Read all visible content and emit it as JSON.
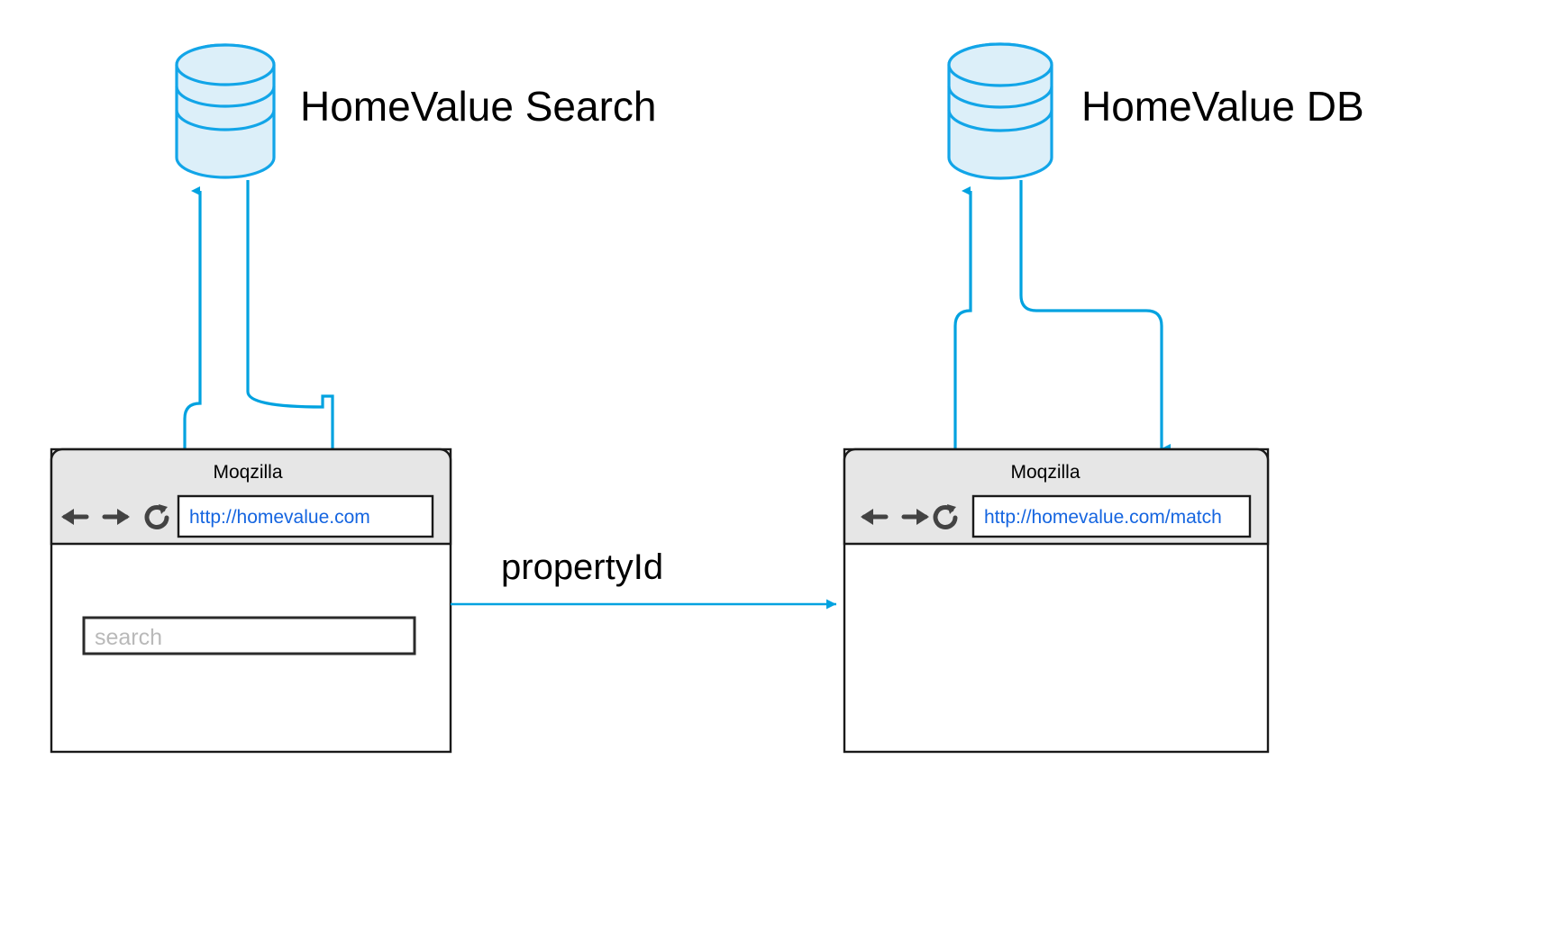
{
  "diagram": {
    "type": "architecture-flow",
    "background": "#ffffff",
    "accent_color": "#00A2E0",
    "cylinder_fill": "#DCEFF9",
    "cylinder_stroke": "#12A5E8",
    "chrome_color": "#E6E6E6",
    "url_color": "#1565E0",
    "placeholder_color": "#b9b9b9"
  },
  "datastores": [
    {
      "id": "homevalue-search",
      "label": "HomeValue Search",
      "icon": "database-cylinder-icon"
    },
    {
      "id": "homevalue-db",
      "label": "HomeValue DB",
      "icon": "database-cylinder-icon"
    }
  ],
  "browsers": [
    {
      "id": "browser-left",
      "title": "Moqzilla",
      "url": "http://homevalue.com",
      "nav": {
        "back": "back-arrow-icon",
        "forward": "forward-arrow-icon",
        "reload": "reload-icon"
      },
      "content": {
        "search_placeholder": "search"
      }
    },
    {
      "id": "browser-right",
      "title": "Moqzilla",
      "url": "http://homevalue.com/match",
      "nav": {
        "back": "back-arrow-icon",
        "forward": "forward-arrow-icon",
        "reload": "reload-icon"
      },
      "content": {
        "search_placeholder": ""
      }
    }
  ],
  "flows": [
    {
      "id": "flow-propertyid",
      "label": "propertyId",
      "from": "browser-left",
      "to": "browser-right"
    }
  ]
}
